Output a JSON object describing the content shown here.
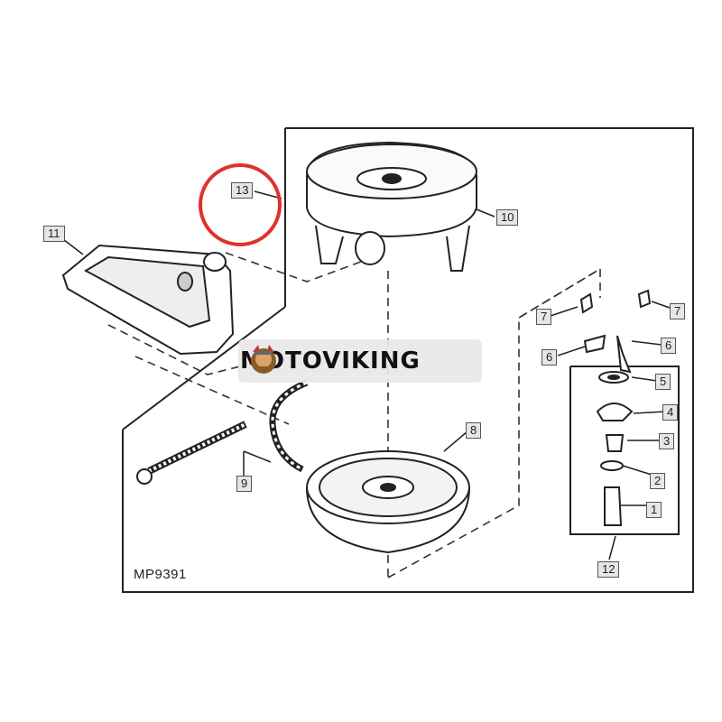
{
  "drawing_code": "MP9391",
  "watermark_text": "MOTOVIKING",
  "highlight_color": "#e0312b",
  "callouts": [
    {
      "id": "c13",
      "label": "13"
    },
    {
      "id": "c11",
      "label": "11"
    },
    {
      "id": "c10",
      "label": "10"
    },
    {
      "id": "c7a",
      "label": "7"
    },
    {
      "id": "c7b",
      "label": "7"
    },
    {
      "id": "c6a",
      "label": "6"
    },
    {
      "id": "c6b",
      "label": "6"
    },
    {
      "id": "c5",
      "label": "5"
    },
    {
      "id": "c4",
      "label": "4"
    },
    {
      "id": "c3",
      "label": "3"
    },
    {
      "id": "c2",
      "label": "2"
    },
    {
      "id": "c1",
      "label": "1"
    },
    {
      "id": "c8",
      "label": "8"
    },
    {
      "id": "c9",
      "label": "9"
    },
    {
      "id": "c12",
      "label": "12"
    }
  ]
}
